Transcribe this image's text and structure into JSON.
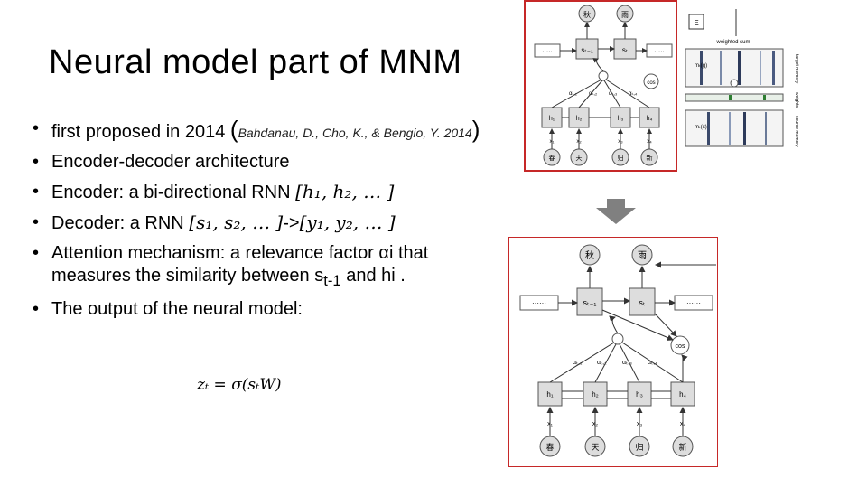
{
  "slide": {
    "title": "Neural model part of  MNM"
  },
  "bullets": [
    {
      "text": "first proposed in 2014 ",
      "citation": "Bahdanau, D., Cho, K., & Bengio, Y. 2014"
    },
    {
      "text": "Encoder-decoder architecture"
    },
    {
      "text": "Encoder: a bi-directional RNN ",
      "math": "[h₁, h₂, … ]"
    },
    {
      "text": "Decoder: a RNN ",
      "math": "[s₁, s₂, … ]",
      "arrow": "->",
      "math2": "[y₁, y₂, … ]"
    },
    {
      "text": "Attention mechanism: a relevance factor αi that measures the similarity between s",
      "sub": "t-1",
      "tail": "  and hi ."
    },
    {
      "text": "The output of the neural model:"
    }
  ],
  "formula": "zₜ = σ(sₜW)",
  "figure_top": {
    "outputs": [
      "秋",
      "雨"
    ],
    "states": [
      "sₜ₋₁",
      "sₜ"
    ],
    "side_boxes": [
      "·····",
      "·····"
    ],
    "cos": "cos",
    "alphas": [
      "αₜ,₁",
      "αₜ,₂",
      "αₜ,₃",
      "αₜ,₄"
    ],
    "hidden": [
      "h₁",
      "h₂",
      "h₃",
      "h₄"
    ],
    "inputs": [
      "x₁",
      "x₂",
      "x₃",
      "x₄"
    ],
    "chars": [
      "春",
      "天",
      "归",
      "新"
    ],
    "memory_label": "weighted sum",
    "mem_boxes": [
      "mₜ(g)",
      "mₜ(x)"
    ],
    "side_labels": [
      "target memory",
      "weights",
      "source memory"
    ],
    "E_label": "E"
  },
  "figure_bottom": {
    "outputs": [
      "秋",
      "雨"
    ],
    "states": [
      "sₜ₋₁",
      "sₜ"
    ],
    "side_boxes": [
      "······",
      "······"
    ],
    "cos": "cos",
    "alphas": [
      "αₜ,₁",
      "αₜ,₂",
      "αₜ,₃",
      "αₜ,₄"
    ],
    "hidden": [
      "h₁",
      "h₂",
      "h₃",
      "h₄"
    ],
    "inputs": [
      "x₁",
      "x₂",
      "x₃",
      "x₄"
    ],
    "chars": [
      "春",
      "天",
      "归",
      "新"
    ]
  },
  "colors": {
    "frame": "#c62828",
    "arrow": "#808080",
    "node": "#dddddd"
  }
}
